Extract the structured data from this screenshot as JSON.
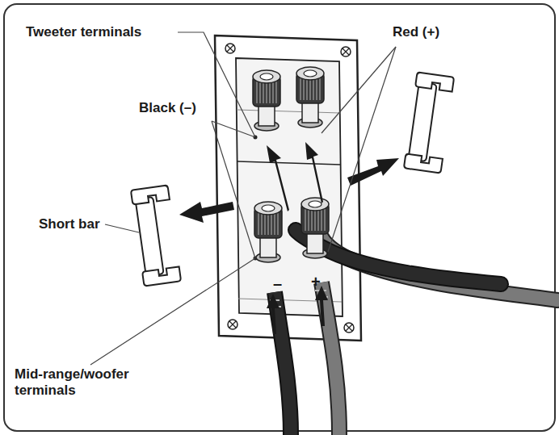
{
  "diagram": {
    "labels": [
      "Tweeter terminals",
      "Red (+)",
      "Black (–)",
      "Short bar",
      "Mid-range/woofer terminals",
      "–",
      "+"
    ]
  }
}
